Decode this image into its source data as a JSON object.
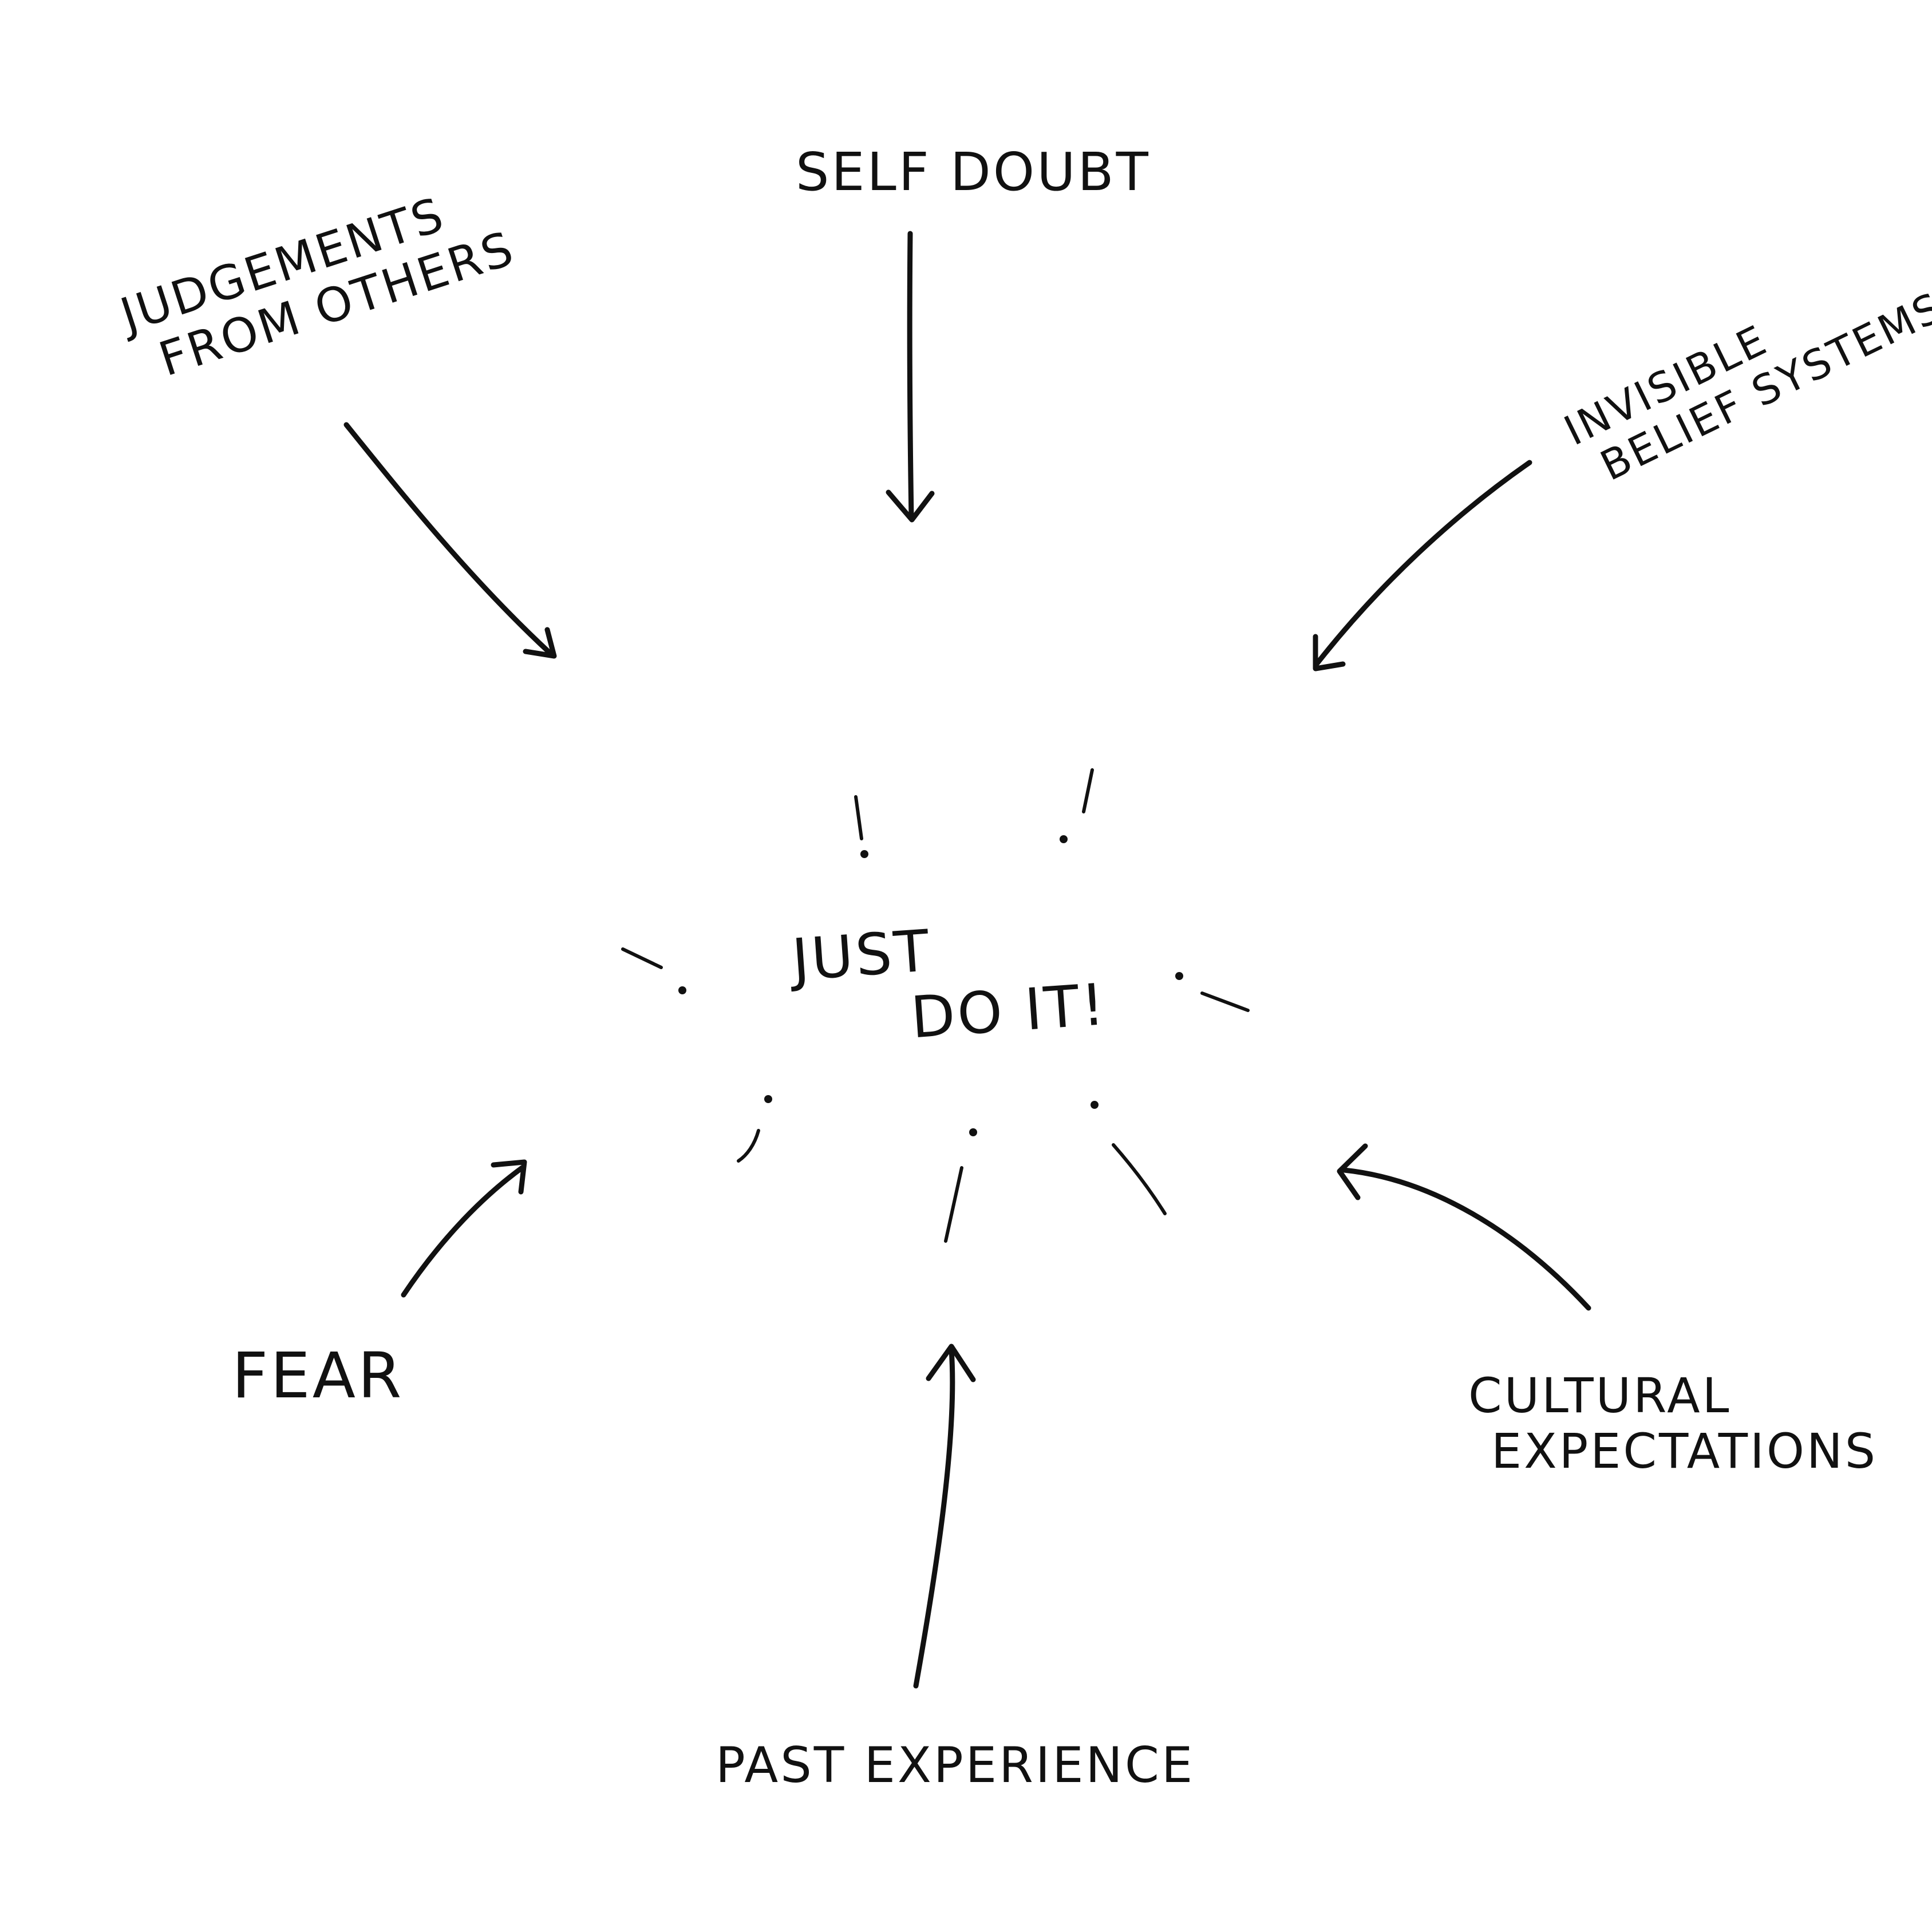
{
  "diagram": {
    "center": {
      "line1": "JUST",
      "line2": "DO IT!"
    },
    "influences": {
      "self_doubt": "SELF DOUBT",
      "judgements_line1": "JUDGEMENTS",
      "judgements_line2": "FROM OTHERS",
      "invisible_line1": "INVISIBLE",
      "invisible_line2": "BELIEF SYSTEMS",
      "fear": "FEAR",
      "cultural_line1": "CULTURAL",
      "cultural_line2": "EXPECTATIONS",
      "past_experience": "PAST EXPERIENCE"
    },
    "colors": {
      "ink": "#111111",
      "paper": "#ffffff"
    }
  }
}
